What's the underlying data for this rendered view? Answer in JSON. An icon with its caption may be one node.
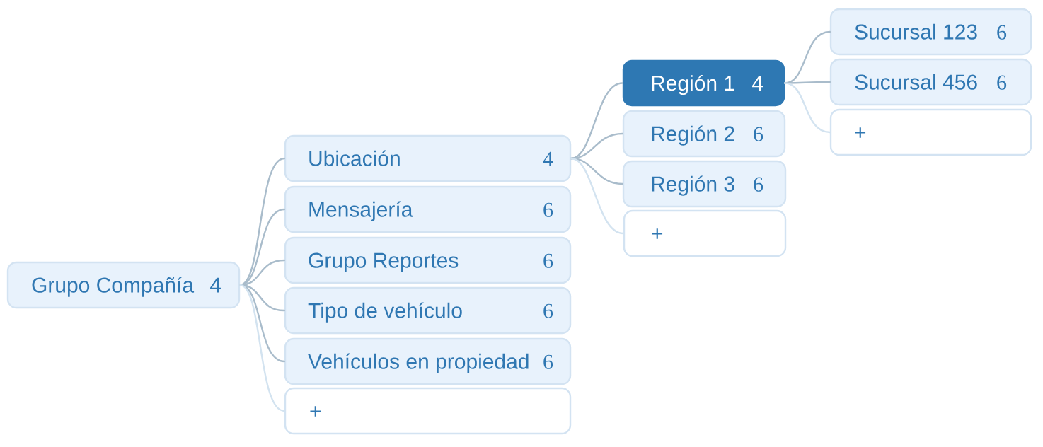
{
  "diagram": {
    "nodes": [
      {
        "text": [
          "Grupo Compañía",
          "4"
        ]
      },
      {
        "text": [
          "Ubicación",
          "4"
        ]
      },
      {
        "text": [
          "Mensajería",
          "6"
        ]
      },
      {
        "text": [
          "Grupo Reportes",
          "6"
        ]
      },
      {
        "text": [
          "Tipo de vehículo",
          "6"
        ]
      },
      {
        "text": [
          "Vehículos en propiedad",
          "6"
        ]
      },
      {
        "text": [
          "+"
        ]
      },
      {
        "text": [
          "Región 1",
          "4"
        ]
      },
      {
        "text": [
          "Región 2",
          "6"
        ]
      },
      {
        "text": [
          "Región 3",
          "6"
        ]
      },
      {
        "text": [
          "+"
        ]
      },
      {
        "text": [
          "Sucursal 123",
          "6"
        ]
      },
      {
        "text": [
          "Sucursal 456",
          "6"
        ]
      },
      {
        "text": [
          "+"
        ]
      }
    ],
    "edges": [
      {
        "from": 0,
        "to": 1,
        "arrow": "none"
      },
      {
        "from": 0,
        "to": 2,
        "arrow": "none"
      },
      {
        "from": 0,
        "to": 3,
        "arrow": "none"
      },
      {
        "from": 0,
        "to": 4,
        "arrow": "none"
      },
      {
        "from": 0,
        "to": 5,
        "arrow": "none"
      },
      {
        "from": 0,
        "to": 6,
        "arrow": "none",
        "color": "#d3e3f0"
      },
      {
        "from": 1,
        "to": 7,
        "arrow": "none"
      },
      {
        "from": 1,
        "to": 8,
        "arrow": "none"
      },
      {
        "from": 1,
        "to": 9,
        "arrow": "none"
      },
      {
        "from": 1,
        "to": 10,
        "arrow": "none",
        "color": "#d3e3f0"
      },
      {
        "from": 7,
        "to": 11,
        "arrow": "none"
      },
      {
        "from": 7,
        "to": 12,
        "arrow": "none"
      },
      {
        "from": 7,
        "to": 13,
        "arrow": "none",
        "color": "#d3e3f0"
      }
    ]
  }
}
